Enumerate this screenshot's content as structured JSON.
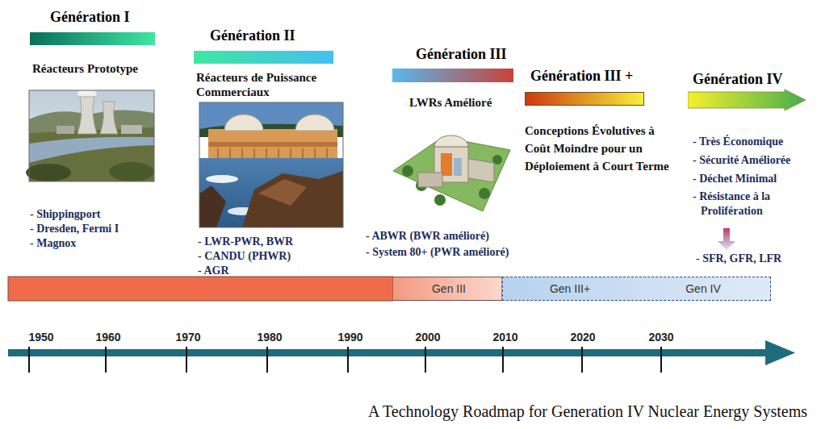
{
  "diagram": {
    "caption": "A Technology Roadmap for Generation IV Nuclear Energy Systems",
    "nodes": [
      {
        "text": [
          "Génération I"
        ]
      },
      {
        "text": [
          "Génération II"
        ]
      },
      {
        "text": [
          "Génération III"
        ]
      },
      {
        "text": [
          "Génération III +"
        ]
      },
      {
        "text": [
          "Génération IV"
        ]
      },
      {
        "text": [
          "Gen III"
        ]
      },
      {
        "text": [
          "Gen III+",
          "Gen IV"
        ]
      }
    ],
    "labels": [
      "Réacteurs Prototype",
      "- Shippingport",
      "- Dresden, Fermi I",
      "- Magnox",
      "Réacteurs de Puissance Commerciaux",
      "- LWR-PWR, BWR",
      "- CANDU (PHWR)",
      "- AGR",
      "LWRs Amélioré",
      "- ABWR (BWR amélioré)",
      "- System 80+ (PWR amélioré)",
      "Conceptions Évolutives à Coût Moindre pour un Déploiement à Court Terme",
      "- Très Économique",
      "- Sécurité Améliorée",
      "- Déchet Minimal",
      "- Résistance à la Prolifération",
      "- SFR, GFR, LFR",
      "1950",
      "1960",
      "1970",
      "1980",
      "1990",
      "2000",
      "2010",
      "2020",
      "2030"
    ]
  }
}
